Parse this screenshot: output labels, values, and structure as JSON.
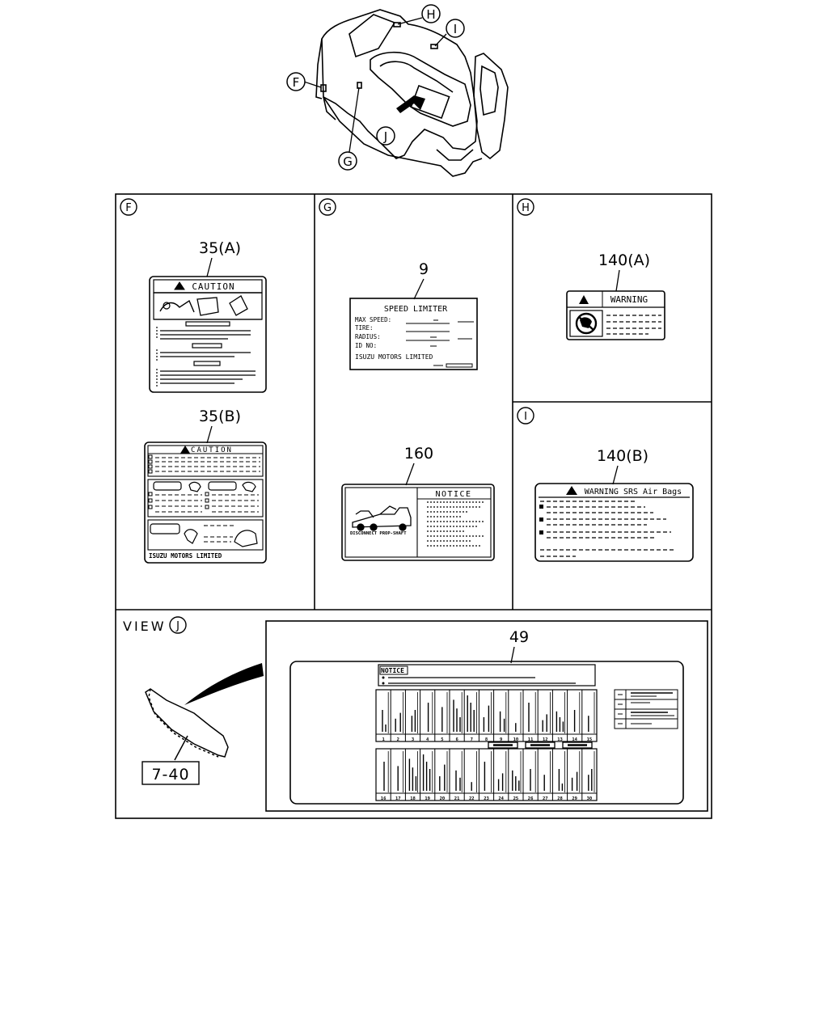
{
  "callouts": {
    "F": "F",
    "G": "G",
    "H": "H",
    "I": "I",
    "J": "J"
  },
  "panels": {
    "F": {
      "part_a": "35(A)",
      "caution_a": "CAUTION",
      "part_b": "35(B)",
      "caution_b": "CAUTION",
      "maker": "ISUZU MOTORS LIMITED"
    },
    "G": {
      "part_9": "9",
      "speed_title": "SPEED LIMITER",
      "rows": [
        "MAX SPEED:",
        "TIRE:",
        "RADIUS:",
        "ID NO:"
      ],
      "maker": "ISUZU MOTORS LIMITED",
      "part_160": "160",
      "notice": "NOTICE",
      "disconnect": "DISCONNECT PROP-SHAFT"
    },
    "H": {
      "part": "140(A)",
      "warning": "WARNING"
    },
    "I": {
      "part": "140(B)",
      "warning": "WARNING SRS Air Bags"
    },
    "J": {
      "view": "VIEW",
      "part_ref": "7-40",
      "part_49": "49",
      "notice": "NOTICE",
      "row1_numbers": [
        "1",
        "2",
        "3",
        "4",
        "5",
        "6",
        "7",
        "8",
        "9",
        "10",
        "11",
        "12",
        "13",
        "14",
        "15"
      ],
      "row2_numbers": [
        "16",
        "17",
        "18",
        "19",
        "20",
        "21",
        "22",
        "23",
        "24",
        "25",
        "26",
        "27",
        "28",
        "29",
        "30"
      ]
    }
  }
}
